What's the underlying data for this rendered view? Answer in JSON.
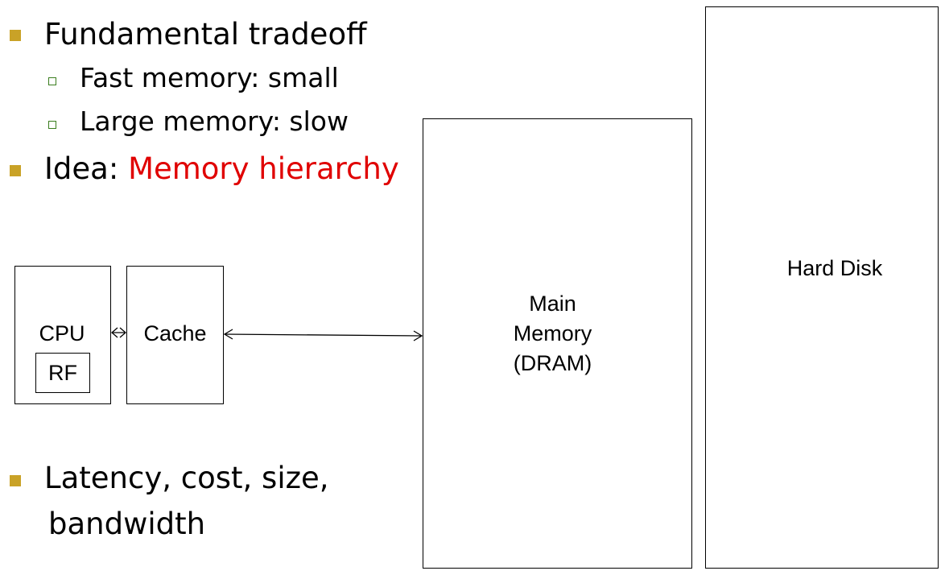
{
  "bullets": {
    "b1": "Fundamental tradeoff",
    "b1_sub1": "Fast memory: small",
    "b1_sub2": "Large memory: slow",
    "b2_prefix": "Idea: ",
    "b2_highlight": "Memory hierarchy",
    "b3_line1": "Latency, cost, size,",
    "b3_line2": "bandwidth"
  },
  "diagram": {
    "cpu": "CPU",
    "rf": "RF",
    "cache": "Cache",
    "main_memory_line1": "Main",
    "main_memory_line2": "Memory",
    "main_memory_line3": "(DRAM)",
    "hard_disk": "Hard Disk"
  },
  "colors": {
    "bullet": "#c9a227",
    "sub_bullet": "#3a7d1e",
    "highlight": "#e00000"
  }
}
